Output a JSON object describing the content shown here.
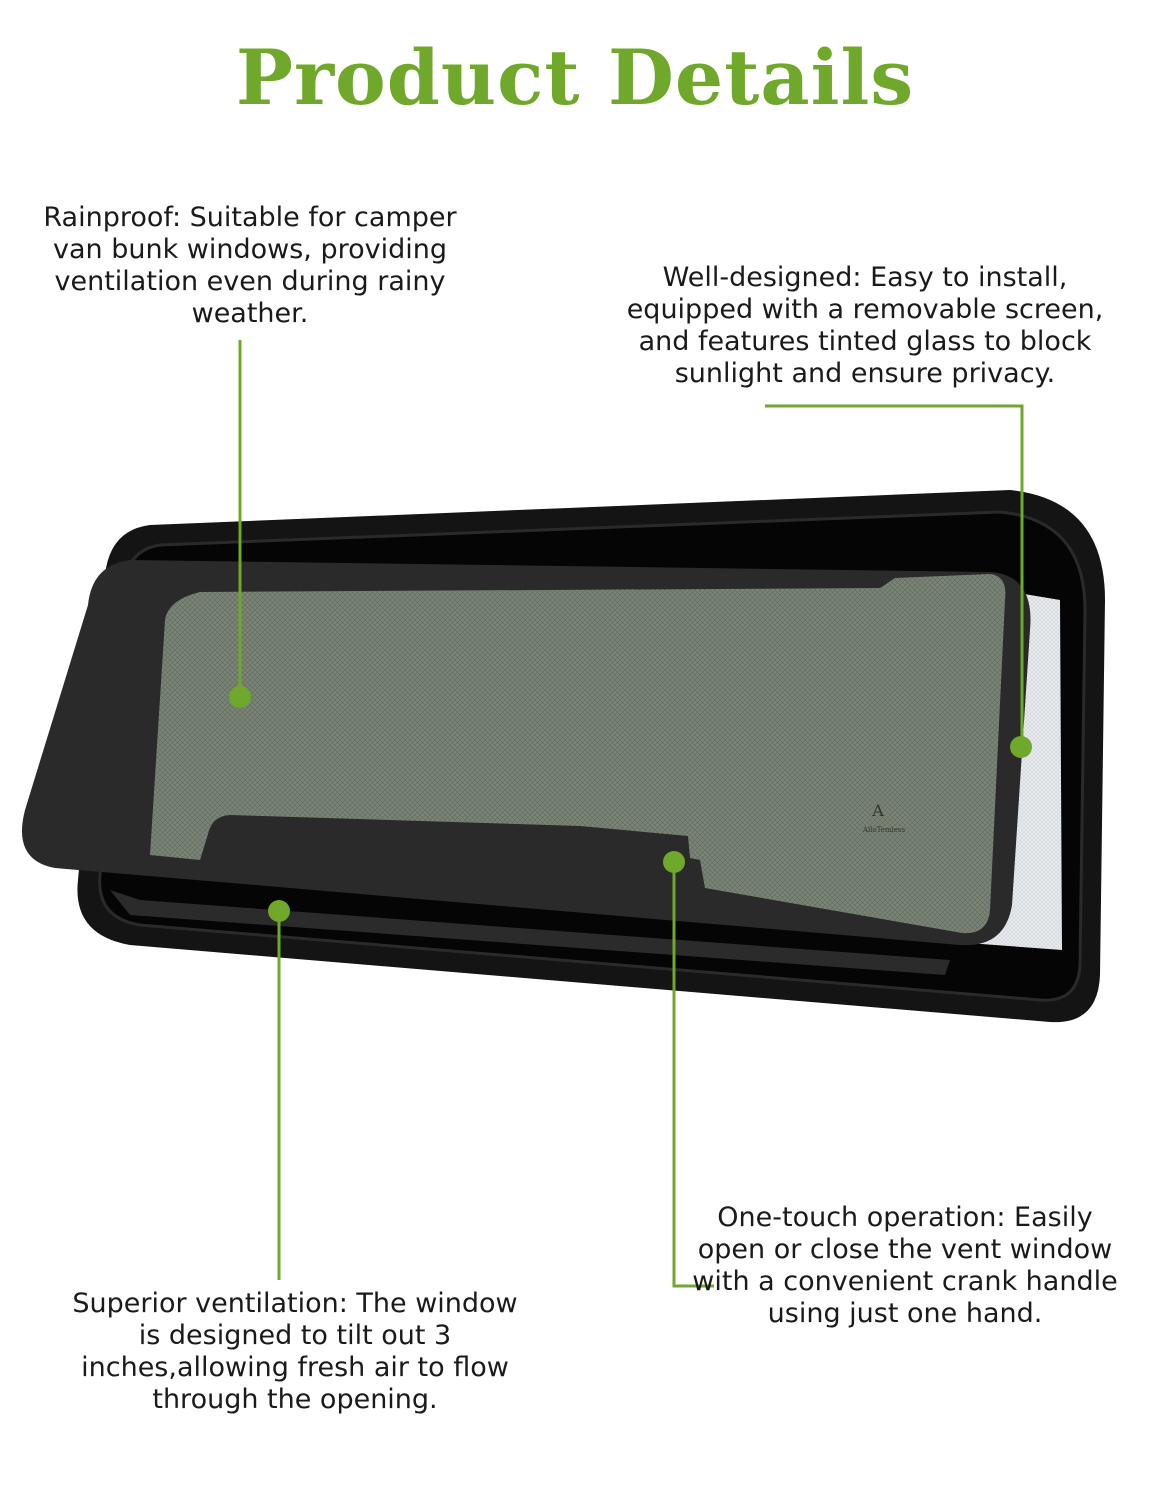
{
  "title": "Product Details",
  "accent_color": "#6fa82a",
  "features": {
    "rainproof": "Rainproof: Suitable for camper van bunk windows, providing ventilation even during rainy weather.",
    "well_designed": "Well-designed: Easy to install, equipped with a removable screen, and features tinted glass to block sunlight and ensure privacy.",
    "one_touch": "One-touch operation: Easily open or close the vent window with a convenient crank handle using just one hand.",
    "ventilation": "Superior ventilation: The window is designed to tilt out 3 inches,allowing fresh air to flow through the opening."
  }
}
